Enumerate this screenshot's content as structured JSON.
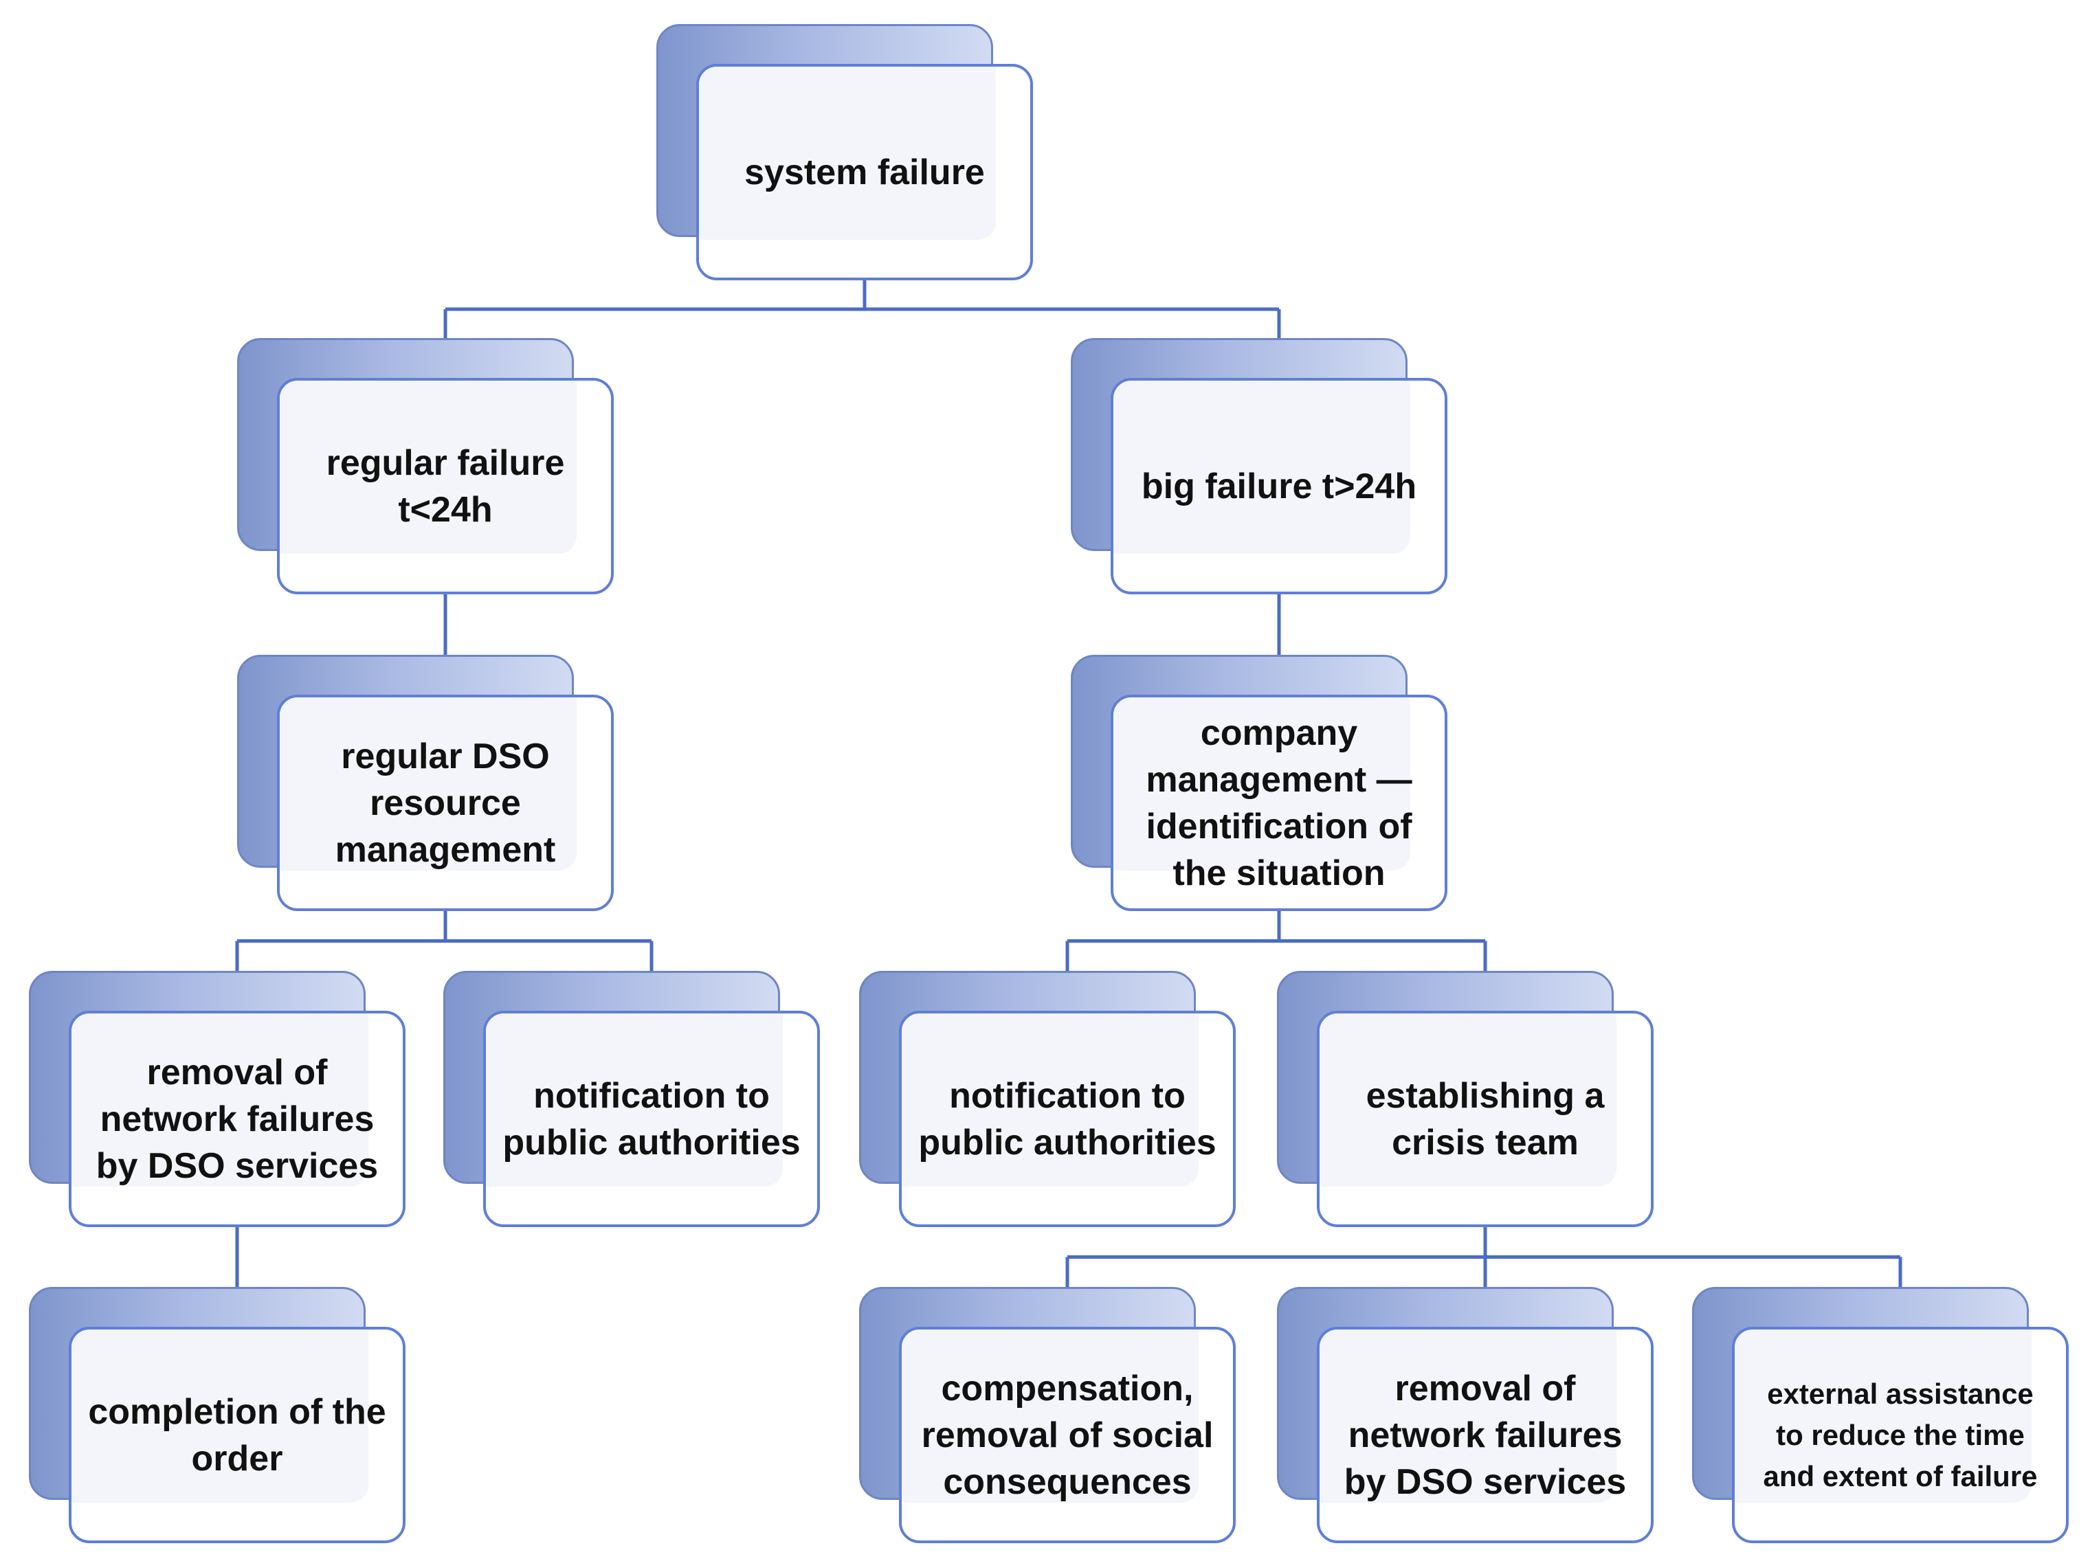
{
  "diagram": {
    "colors": {
      "connector": "#4a6cc7",
      "box_border": "#5f7fd6",
      "shadow_box": "#8fa3d9"
    },
    "nodes": [
      {
        "id": "system-failure",
        "label": "system failure"
      },
      {
        "id": "regular-failure",
        "label": "regular failure t<24h"
      },
      {
        "id": "big-failure",
        "label": "big failure t>24h"
      },
      {
        "id": "regular-dso-resource-management",
        "label": "regular DSO resource management"
      },
      {
        "id": "company-management",
        "label": "company management — identification of the situation"
      },
      {
        "id": "removal-network-failures-left",
        "label": "removal of network failures by DSO services"
      },
      {
        "id": "notification-public-authorities-left",
        "label": "notification to public authorities"
      },
      {
        "id": "notification-public-authorities-right",
        "label": "notification to public authorities"
      },
      {
        "id": "establishing-crisis-team",
        "label": "establishing a crisis team"
      },
      {
        "id": "completion-of-order",
        "label": "completion of the order"
      },
      {
        "id": "compensation-social-consequences",
        "label": "compensation, removal of social consequences"
      },
      {
        "id": "removal-network-failures-right",
        "label": "removal of network failures by DSO services"
      },
      {
        "id": "external-assistance",
        "label": "external assistance to reduce the time and extent of failure"
      }
    ],
    "edges": [
      {
        "from": "system-failure",
        "to": "regular-failure"
      },
      {
        "from": "system-failure",
        "to": "big-failure"
      },
      {
        "from": "regular-failure",
        "to": "regular-dso-resource-management"
      },
      {
        "from": "big-failure",
        "to": "company-management"
      },
      {
        "from": "regular-dso-resource-management",
        "to": "removal-network-failures-left"
      },
      {
        "from": "regular-dso-resource-management",
        "to": "notification-public-authorities-left"
      },
      {
        "from": "company-management",
        "to": "notification-public-authorities-right"
      },
      {
        "from": "company-management",
        "to": "establishing-crisis-team"
      },
      {
        "from": "removal-network-failures-left",
        "to": "completion-of-order"
      },
      {
        "from": "establishing-crisis-team",
        "to": "compensation-social-consequences"
      },
      {
        "from": "establishing-crisis-team",
        "to": "removal-network-failures-right"
      },
      {
        "from": "establishing-crisis-team",
        "to": "external-assistance"
      }
    ]
  }
}
